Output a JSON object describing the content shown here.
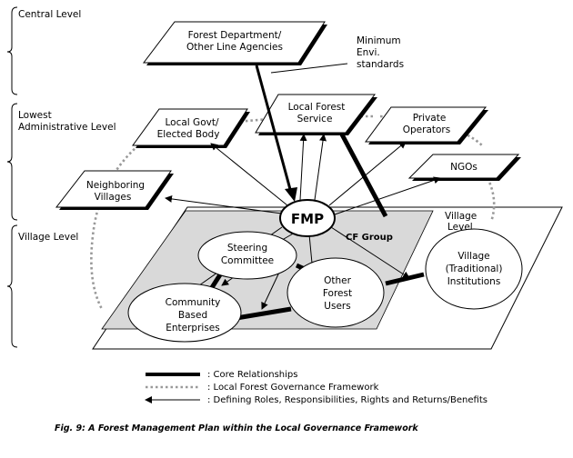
{
  "levels": {
    "central": "Central Level",
    "lowest_line1": "Lowest",
    "lowest_line2": "Administrative Level",
    "village": "Village Level"
  },
  "nodes": {
    "forest_dept": [
      "Forest Department/",
      "Other Line Agencies"
    ],
    "local_forest_service": [
      "Local  Forest",
      "Service"
    ],
    "local_govt": [
      "Local Govt/",
      "Elected Body"
    ],
    "private_operators": [
      "Private",
      "Operators"
    ],
    "ngos": [
      "NGOs"
    ],
    "neighboring_villages": [
      "Neighboring",
      "Villages"
    ],
    "fmp": "FMP",
    "cf_group": "CF Group",
    "steering_committee": [
      "Steering",
      "Committee"
    ],
    "community_enterprises": [
      "Community",
      "Based",
      "Enterprises"
    ],
    "other_forest_users": [
      "Other",
      "Forest",
      "Users"
    ],
    "village_institutions": [
      "Village",
      "(Traditional)",
      "Institutions"
    ],
    "village_level_plane": [
      "Village",
      "Level"
    ]
  },
  "annotation": [
    "Minimum",
    "Envi.",
    "standards"
  ],
  "legend": {
    "core": ": Core Relationships",
    "framework": ": Local Forest Governance Framework",
    "defining": ": Defining Roles, Responsibilities, Rights and Returns/Benefits"
  },
  "caption": "Fig. 9:  A Forest Management Plan within the Local Governance Framework",
  "colors": {
    "plane_fill": "#ffffff",
    "inner_fill": "#d9d9d9",
    "dotted_line": "#999999",
    "ink": "#000000"
  }
}
